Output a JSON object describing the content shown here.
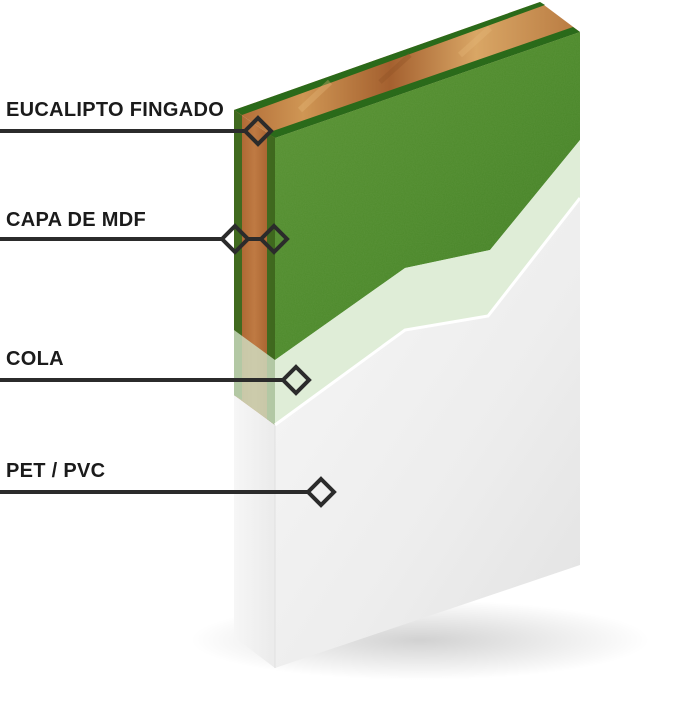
{
  "layers": [
    {
      "id": "eucalipto",
      "label": "EUCALIPTO FINGADO"
    },
    {
      "id": "mdf",
      "label": "CAPA DE MDF"
    },
    {
      "id": "cola",
      "label": "COLA"
    },
    {
      "id": "pet",
      "label": "PET / PVC"
    }
  ],
  "colors": {
    "callout_line": "#2b2b2b",
    "wood": "#b8733e",
    "mdf_green": "#4f8a2c",
    "mdf_edge_green": "#1f5e16",
    "pet_white": "#f2f2f2"
  }
}
